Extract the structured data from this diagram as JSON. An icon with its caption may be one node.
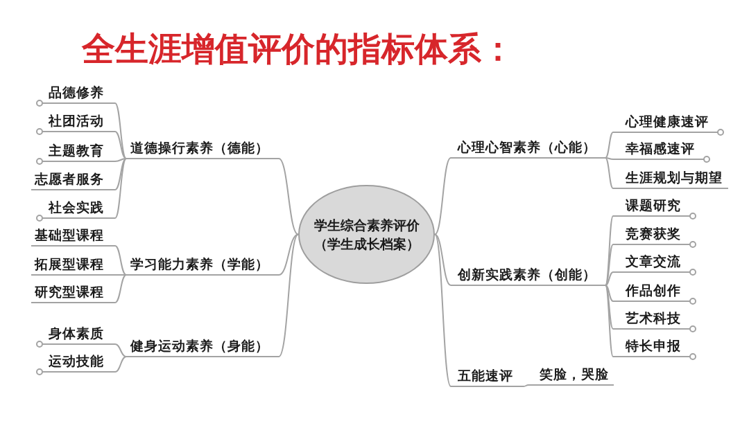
{
  "diagram": {
    "title": "全生涯增值评价的指标体系：",
    "nodes": [
      {
        "text": [
          "学生综合素养评价",
          "（学生成长档案）"
        ]
      },
      {
        "text": [
          "道德操行素养（德能）"
        ]
      },
      {
        "text": [
          "品德修养"
        ]
      },
      {
        "text": [
          "社团活动"
        ]
      },
      {
        "text": [
          "主题教育"
        ]
      },
      {
        "text": [
          "志愿者服务"
        ]
      },
      {
        "text": [
          "社会实践"
        ]
      },
      {
        "text": [
          "学习能力素养（学能）"
        ]
      },
      {
        "text": [
          "基础型课程"
        ]
      },
      {
        "text": [
          "拓展型课程"
        ]
      },
      {
        "text": [
          "研究型课程"
        ]
      },
      {
        "text": [
          "健身运动素养（身能）"
        ]
      },
      {
        "text": [
          "身体素质"
        ]
      },
      {
        "text": [
          "运动技能"
        ]
      },
      {
        "text": [
          "心理心智素养（心能）"
        ]
      },
      {
        "text": [
          "心理健康速评"
        ]
      },
      {
        "text": [
          "幸福感速评"
        ]
      },
      {
        "text": [
          "生涯规划与期望"
        ]
      },
      {
        "text": [
          "创新实践素养（创能）"
        ]
      },
      {
        "text": [
          "课题研究"
        ]
      },
      {
        "text": [
          "竞赛获奖"
        ]
      },
      {
        "text": [
          "文章交流"
        ]
      },
      {
        "text": [
          "作品创作"
        ]
      },
      {
        "text": [
          "艺术科技"
        ]
      },
      {
        "text": [
          "特长申报"
        ]
      },
      {
        "text": [
          "五能速评"
        ]
      },
      {
        "text": [
          "笑脸，哭脸"
        ]
      }
    ],
    "edges": [
      {
        "from": 0,
        "to": 1,
        "arrow": "none"
      },
      {
        "from": 1,
        "to": 2,
        "arrow": "none"
      },
      {
        "from": 1,
        "to": 3,
        "arrow": "none"
      },
      {
        "from": 1,
        "to": 4,
        "arrow": "none"
      },
      {
        "from": 1,
        "to": 5,
        "arrow": "none"
      },
      {
        "from": 1,
        "to": 6,
        "arrow": "none"
      },
      {
        "from": 0,
        "to": 7,
        "arrow": "none"
      },
      {
        "from": 7,
        "to": 8,
        "arrow": "none"
      },
      {
        "from": 7,
        "to": 9,
        "arrow": "none"
      },
      {
        "from": 7,
        "to": 10,
        "arrow": "none"
      },
      {
        "from": 0,
        "to": 11,
        "arrow": "none"
      },
      {
        "from": 11,
        "to": 12,
        "arrow": "none"
      },
      {
        "from": 11,
        "to": 13,
        "arrow": "none"
      },
      {
        "from": 0,
        "to": 14,
        "arrow": "none"
      },
      {
        "from": 14,
        "to": 15,
        "arrow": "none"
      },
      {
        "from": 14,
        "to": 16,
        "arrow": "none"
      },
      {
        "from": 14,
        "to": 17,
        "arrow": "none"
      },
      {
        "from": 0,
        "to": 18,
        "arrow": "none"
      },
      {
        "from": 18,
        "to": 19,
        "arrow": "none"
      },
      {
        "from": 18,
        "to": 20,
        "arrow": "none"
      },
      {
        "from": 18,
        "to": 21,
        "arrow": "none"
      },
      {
        "from": 18,
        "to": 22,
        "arrow": "none"
      },
      {
        "from": 18,
        "to": 23,
        "arrow": "none"
      },
      {
        "from": 18,
        "to": 24,
        "arrow": "none"
      },
      {
        "from": 0,
        "to": 25,
        "arrow": "none"
      },
      {
        "from": 25,
        "to": 26,
        "arrow": "none"
      }
    ]
  }
}
